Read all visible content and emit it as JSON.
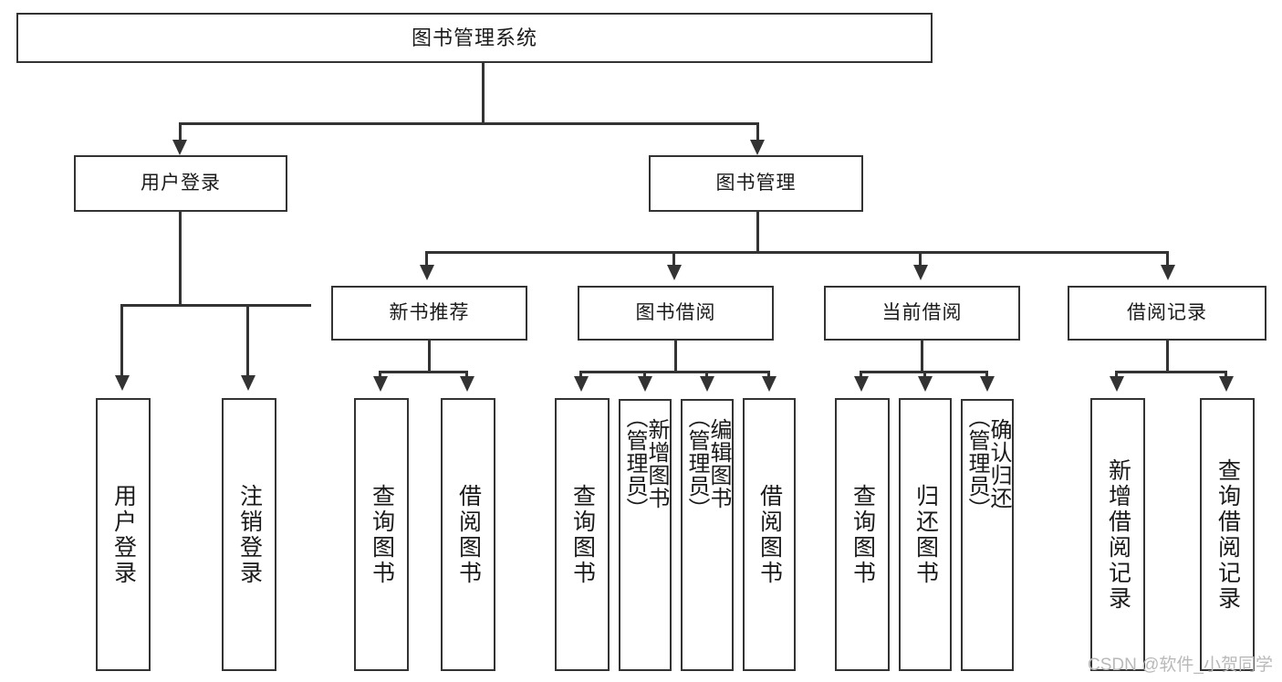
{
  "diagram": {
    "title": "图书管理系统",
    "type": "tree-hierarchy-diagram",
    "root": {
      "label": "图书管理系统"
    },
    "level1": [
      {
        "label": "用户登录"
      },
      {
        "label": "图书管理"
      }
    ],
    "level2": [
      {
        "label": "新书推荐"
      },
      {
        "label": "图书借阅"
      },
      {
        "label": "当前借阅"
      },
      {
        "label": "借阅记录"
      }
    ],
    "leaves": {
      "user_login": [
        {
          "label": "用户登录"
        },
        {
          "label": "注销登录"
        }
      ],
      "new_book_recommend": [
        {
          "label": "查询图书"
        },
        {
          "label": "借阅图书"
        }
      ],
      "book_borrow": [
        {
          "label": "查询图书"
        },
        {
          "label": "新增图书\n（管理员）"
        },
        {
          "label": "编辑图书\n（管理员）"
        },
        {
          "label": "借阅图书"
        }
      ],
      "current_borrow": [
        {
          "label": "查询图书"
        },
        {
          "label": "归还图书"
        },
        {
          "label": "确认归还\n（管理员）"
        }
      ],
      "borrow_record": [
        {
          "label": "新增借阅记录"
        },
        {
          "label": "查询借阅记录"
        }
      ]
    }
  },
  "watermark": {
    "text": "CSDN @软件_小贺同学"
  },
  "colors": {
    "stroke": "#333333",
    "text": "#1a1a1a",
    "background": "#ffffff",
    "watermark": "#b9b9b9"
  }
}
